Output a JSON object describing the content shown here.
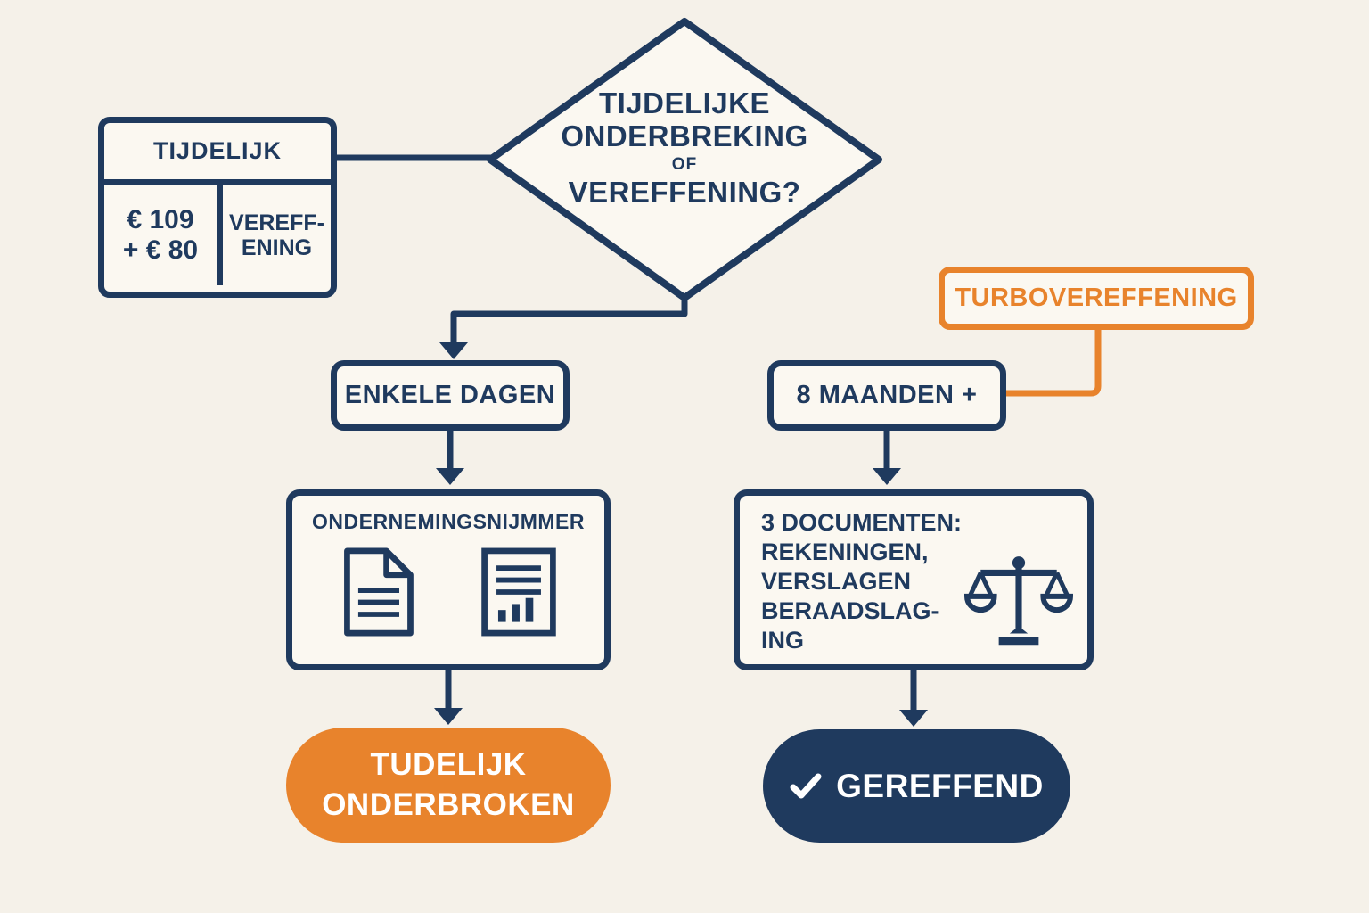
{
  "colors": {
    "navy": "#1f3a5e",
    "orange": "#e8832c",
    "background": "#f5f1e9",
    "box_fill": "#fbf8f1",
    "white": "#ffffff"
  },
  "decision_diamond": {
    "lines": [
      "TIJDELIJKE",
      "ONDERBREKING",
      "OF",
      "VEREFFENING?"
    ]
  },
  "cost_box": {
    "title": "TIJDELIJK",
    "price_line1": "€ 109",
    "price_line2": "+ € 80",
    "label_line1": "VEREFF-",
    "label_line2": "ENING"
  },
  "turbo_box": {
    "label": "TURBOVEREFFENING"
  },
  "left_branch": {
    "duration_label": "ENKELE DAGEN",
    "docs_title": "ONDERNEMINGSNIJMMER",
    "result_line1": "TUDELIJK",
    "result_line2": "ONDERBROKEN"
  },
  "right_branch": {
    "duration_label": "8 MAANDEN +",
    "docs_lines": [
      "3 DOCUMENTEN:",
      "REKENINGEN,",
      "VERSLAGEN",
      "BERAADSLAG-",
      "ING"
    ],
    "result_label": "GEREFFEND",
    "check_glyph": "✓"
  },
  "icons": {
    "document": "document-icon",
    "report": "report-chart-icon",
    "scales": "scales-icon",
    "check": "check-icon"
  }
}
